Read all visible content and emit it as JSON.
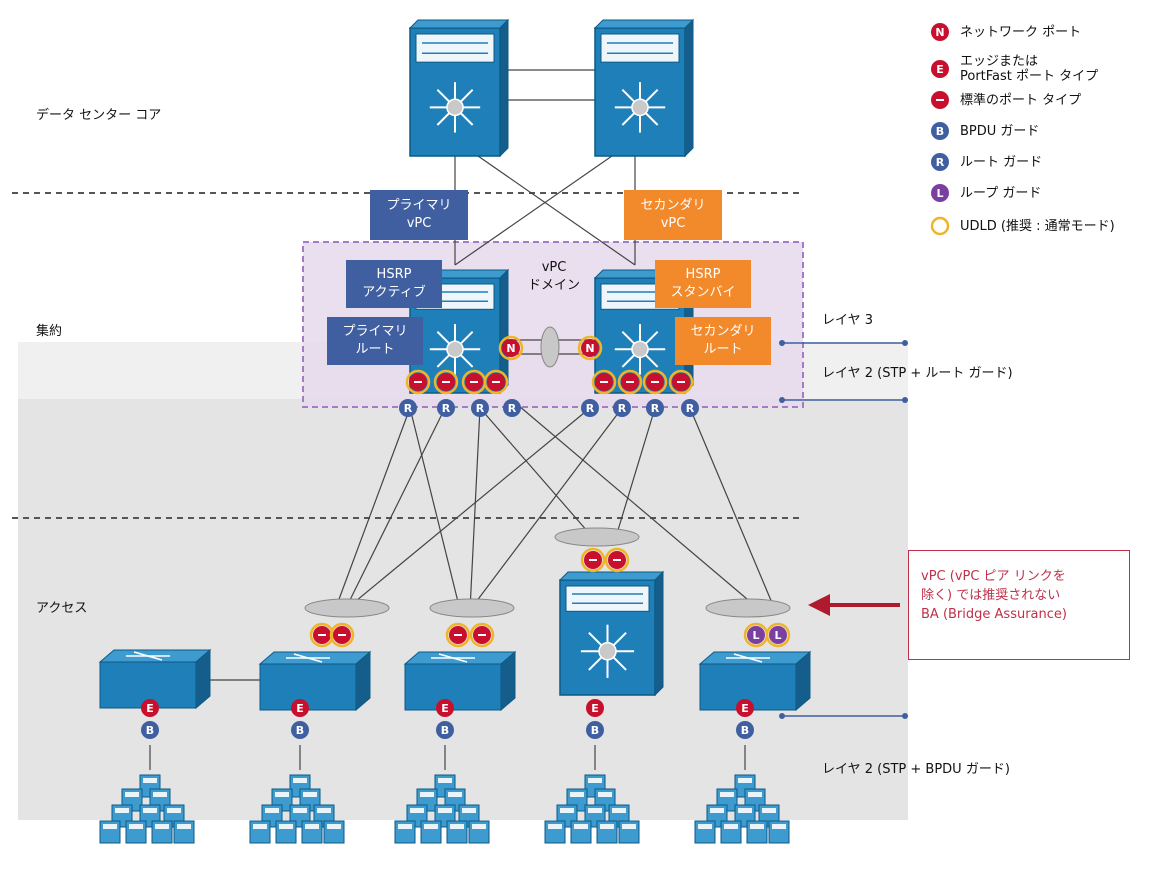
{
  "legend": {
    "network_port": {
      "letter": "N",
      "text": "ネットワーク ポート"
    },
    "edge_port_line1": "エッジまたは",
    "edge_port_line2": "PortFast ポート タイプ",
    "edge_letter": "E",
    "normal_port": {
      "letter": "-",
      "text": "標準のポート タイプ"
    },
    "bpdu_guard": {
      "letter": "B",
      "text": "BPDU ガード"
    },
    "root_guard": {
      "letter": "R",
      "text": "ルート ガード"
    },
    "loop_guard": {
      "letter": "L",
      "text": "ループ ガード"
    },
    "udld": {
      "text": "UDLD (推奨 : 通常モード)"
    }
  },
  "layers": {
    "core": "データ センター コア",
    "aggregation": "集約",
    "access": "アクセス"
  },
  "boxes": {
    "primary_vpc": [
      "プライマリ",
      "vPC"
    ],
    "secondary_vpc": [
      "セカンダリ",
      "vPC"
    ],
    "hsrp_active": [
      "HSRP",
      "アクティブ"
    ],
    "hsrp_standby": [
      "HSRP",
      "スタンバイ"
    ],
    "primary_root": [
      "プライマリ",
      "ルート"
    ],
    "secondary_root": [
      "セカンダリ",
      "ルート"
    ],
    "vpc_domain": [
      "vPC",
      "ドメイン"
    ]
  },
  "layer_labels": {
    "l3": "レイヤ 3",
    "l2_root": "レイヤ 2 (STP + ルート ガード)",
    "l2_bpdu": "レイヤ 2 (STP + BPDU ガード)"
  },
  "note": [
    "vPC (vPC ピア リンクを",
    "除く) では推奨されない",
    "BA (Bridge Assurance)"
  ],
  "colors": {
    "red_port": "#c8102e",
    "blue_port": "#3f5fa0",
    "purple_port": "#7b3fa0",
    "udld_ring": "#f0b429",
    "device": "#1f7fb8",
    "orange": "#f28a2c",
    "blue_box": "#3f5fa0",
    "domain_fill": "#e6d9ec",
    "domain_border": "#a47bc4",
    "note_red": "#c0304a"
  }
}
